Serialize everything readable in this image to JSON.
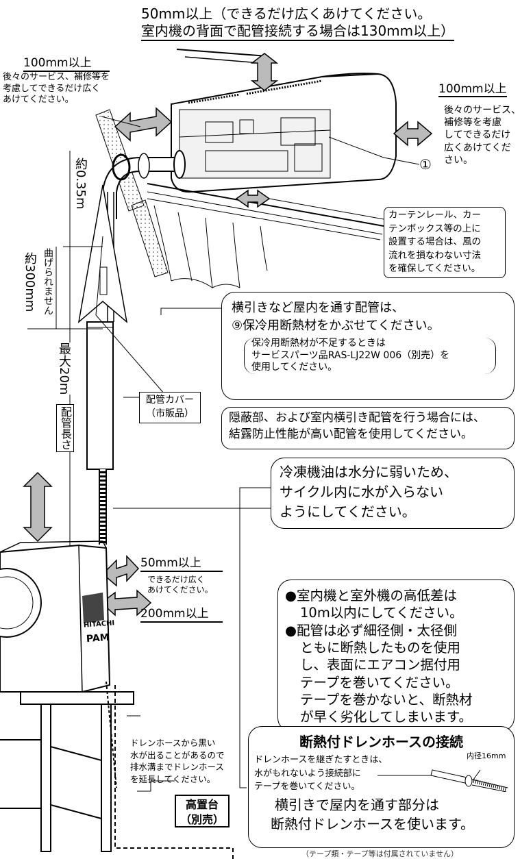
{
  "top_note": {
    "line1": "50mm以上（できるだけ広くあけてください。",
    "line2": "室内機の背面で配管接続する場合は130mm以上）"
  },
  "left_clearance": {
    "title": "100mm以上",
    "line1": "後々のサービス、補修等を",
    "line2": "考慮してできるだけ広く",
    "line3": "あけてください。"
  },
  "right_clearance": {
    "title": "100mm以上",
    "line1": "後々のサービス、",
    "line2": "補修等を考慮",
    "line3": "してできるだけ",
    "line4": "広くあけてくだ",
    "line5": "さい。"
  },
  "part_marker": "①",
  "curtain_note": {
    "line1": "カーテンレール、カー",
    "line2": "テンボックス等の上に",
    "line3": "設置する場合は、風の",
    "line4": "流れを損なわない寸法",
    "line5": "を確保してください。"
  },
  "vertical_labels": {
    "approx_035": "約0.35m",
    "approx_300": "約300mm",
    "no_bend": "曲げられません",
    "max_20": "最大20m",
    "pipe_length": "配管長さ"
  },
  "insulation_note": {
    "line1": "横引きなど屋内を通す配管は、",
    "line2": "⑨保冷用断熱材をかぶせてください。",
    "sub1": "保冷用断熱材が不足するときは",
    "sub2": "サービスパーツ品RAS-LJ22W 006（別売）を",
    "sub3": "使用してください。"
  },
  "pipe_cover": {
    "line1": "配管カバー",
    "line2": "（市販品）"
  },
  "condensation_note": {
    "line1": "隠蔽部、および室内横引き配管を行う場合には、",
    "line2": "結露防止性能が高い配管を使用してください。"
  },
  "oil_note": {
    "line1": "冷凍機油は水分に弱いため、",
    "line2": "サイクル内に水が入らない",
    "line3": "ようにしてください。"
  },
  "outdoor_top": {
    "title": "50mm以上",
    "line1": "できるだけ広く",
    "line2": "あけてください。"
  },
  "outdoor_right": {
    "title": "200mm以上"
  },
  "unit_brand": {
    "brand": "HITACHI",
    "model": "PAM"
  },
  "bullets": {
    "b1_line1": "●室内機と室外機の高低差は",
    "b1_line2": "10m以内にしてください。",
    "b2_line1": "●配管は必ず細径側・太径側",
    "b2_line2": "ともに断熱したものを使用",
    "b2_line3": "し、表面にエアコン据付用",
    "b2_line4": "テープを巻いてください。",
    "b2_line5": "テープを巻かないと、断熱材",
    "b2_line6": "が早く劣化してしまいます。"
  },
  "drain_note": {
    "line1": "ドレンホースから黒い",
    "line2": "水が出ることがあるので",
    "line3": "排水溝までドレンホース",
    "line4": "を延長してください。"
  },
  "stand_label": {
    "line1": "高置台",
    "line2": "（別売）"
  },
  "drain_box": {
    "title": "断熱付ドレンホースの接続",
    "line1": "ドレンホースを継ぎたすときは、",
    "line2": "水がもれないよう接続部に",
    "line3": "テープを巻いてください。",
    "diameter": "内径16mm",
    "line4": "横引きで屋内を通す部分は",
    "line5": "断熱付ドレンホースを使います。"
  },
  "footer_note": "（テープ類・テープ等は付属されていません）"
}
